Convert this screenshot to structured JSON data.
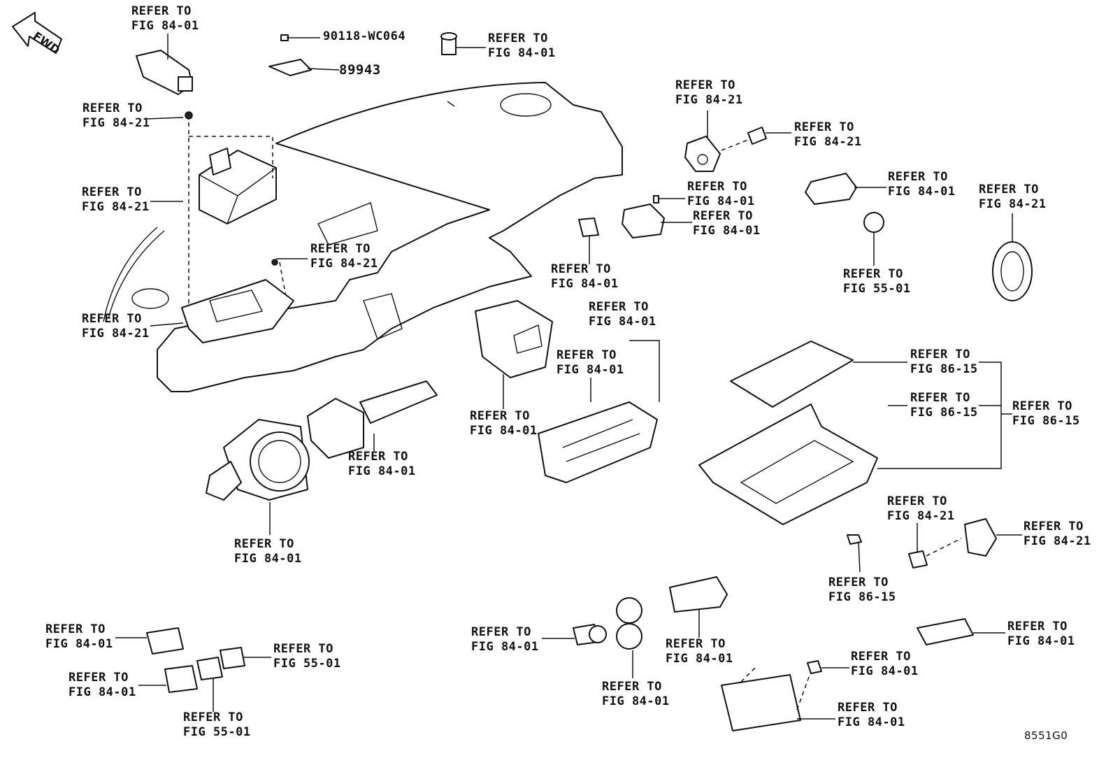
{
  "fwd_label": "FWD",
  "part_no_screw": "90118-WC064",
  "part_no_bracket": "89943",
  "ref_line1": "REFER TO",
  "refs": {
    "fig_84_01": "FIG 84-01",
    "fig_84_21": "FIG 84-21",
    "fig_55_01": "FIG 55-01",
    "fig_86_15": "FIG 86-15"
  },
  "diagram_code": "8551G0"
}
